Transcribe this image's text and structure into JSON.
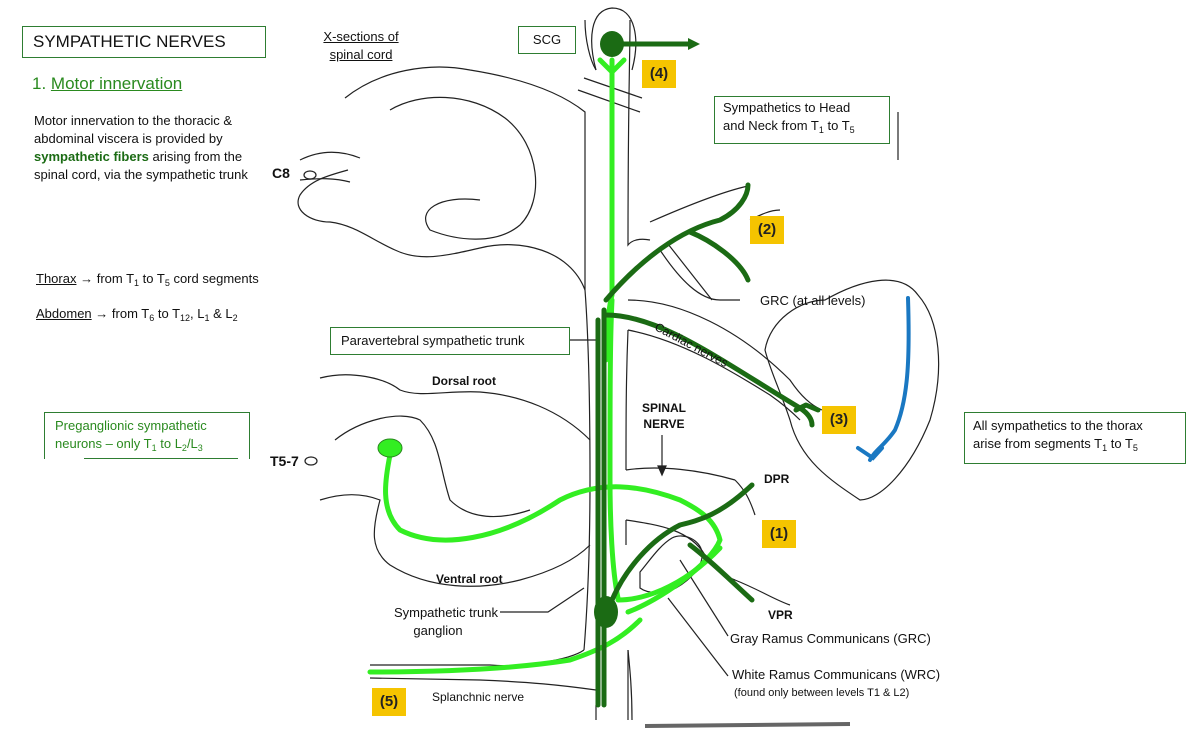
{
  "title": "SYMPATHETIC NERVES",
  "section": {
    "number": "1.",
    "label": "Motor innervation"
  },
  "intro": {
    "before": "Motor innervation to the thoracic & abdominal viscera is provided by ",
    "highlight": "sympathetic fibers",
    "after": " arising from the spinal cord, via the sympathetic trunk"
  },
  "thorax": {
    "label": "Thorax",
    "arrow": "→",
    "text_a": " from T",
    "sub_a": "1",
    "text_b": " to T",
    "sub_b": "5",
    "text_c": " cord segments"
  },
  "abdomen": {
    "label": "Abdomen",
    "arrow": "→",
    "text_a": " from T",
    "sub_a": "6",
    "text_b": " to T",
    "sub_b": "12",
    "text_c": ", L",
    "sub_c": "1",
    "text_d": " & L",
    "sub_d": "2"
  },
  "preganglionic": {
    "line1": "Preganglionic sympathetic",
    "line2_a": "neurons – only T",
    "sub_a": "1",
    "line2_b": " to L",
    "sub_b": "2",
    "line2_c": "/L",
    "sub_c": "3"
  },
  "xsections": {
    "line1": "X-sections of",
    "line2": "spinal cord"
  },
  "scg": "SCG",
  "head_neck": {
    "line1": "Sympathetics to Head",
    "line2_a": "and Neck from T",
    "sub_a": "1",
    "line2_b": " to T",
    "sub_b": "5"
  },
  "all_thorax": {
    "line1": "All sympathetics to the thorax",
    "line2_a": "arise from segments T",
    "sub_a": "1",
    "line2_b": " to T",
    "sub_b": "5"
  },
  "levels": {
    "c8": "C8",
    "t57": "T5-7"
  },
  "labels": {
    "grc_all": "GRC (at all levels)",
    "cardiac": "Cardiac nerves",
    "paravertebral": "Paravertebral sympathetic trunk",
    "dorsal_root": "Dorsal root",
    "ventral_root": "Ventral root",
    "spinal_nerve_1": "SPINAL",
    "spinal_nerve_2": "NERVE",
    "dpr": "DPR",
    "vpr": "VPR",
    "trunk_ganglion_1": "Sympathetic trunk",
    "trunk_ganglion_2": "ganglion",
    "grc_full": "Gray Ramus Communicans (GRC)",
    "wrc_full": "White Ramus Communicans (WRC)",
    "wrc_note": "(found only between levels T1 & L2)",
    "splanchnic": "Splanchnic nerve"
  },
  "badges": {
    "b1": "(1)",
    "b2": "(2)",
    "b3": "(3)",
    "b4": "(4)",
    "b5": "(5)"
  },
  "colors": {
    "light_green": "#33ee22",
    "dark_green": "#1b6b14",
    "blue": "#1a78c2",
    "badge": "#f5c400",
    "box_border": "#2e7d32"
  }
}
